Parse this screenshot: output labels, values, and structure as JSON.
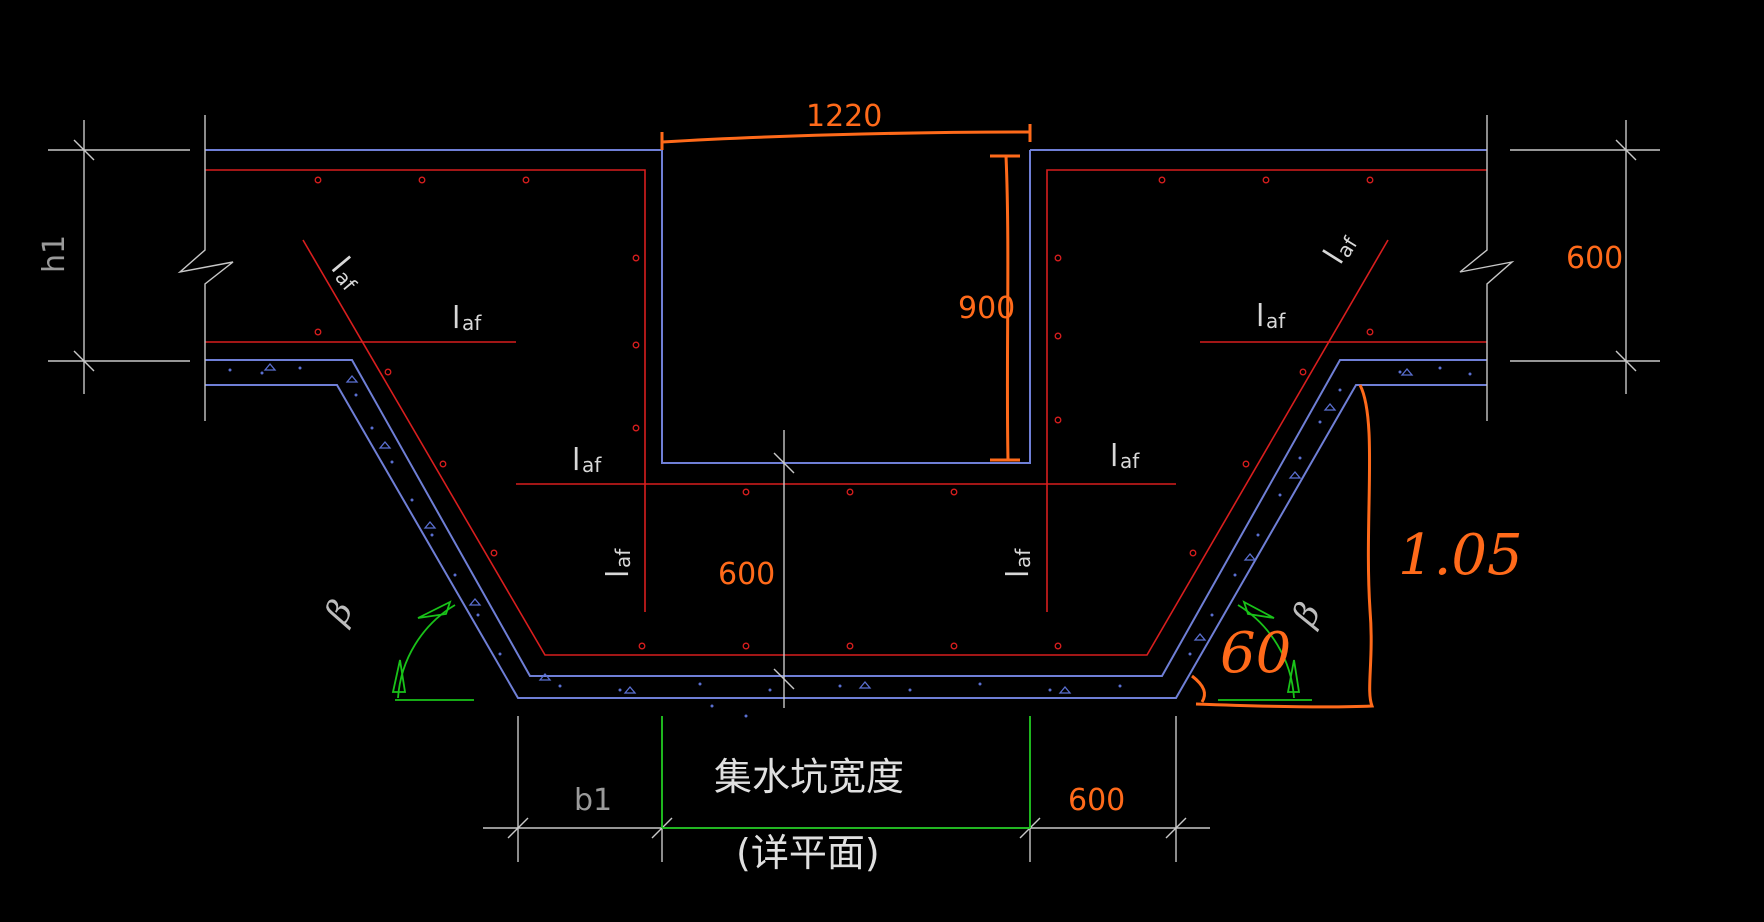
{
  "colors": {
    "background": "#000000",
    "outline_blue": "#6f7fd6",
    "rebar_red": "#d81e1e",
    "dimension_white": "#c8c8c8",
    "annotation_orange": "#ff6a1a",
    "angle_green": "#19c219",
    "concrete_dots": "#5a6fd0"
  },
  "labels": {
    "h1": "h1",
    "b1": "b1",
    "laf_main": "l",
    "laf_sub": "af",
    "beta": "β",
    "pit_width_line1": "集水坑宽度",
    "pit_width_line2": "(详平面)"
  },
  "dimensions": {
    "top_width": "1220",
    "inner_depth": "900",
    "right_thickness": "600",
    "center_thickness": "600",
    "bottom_right_width": "600"
  },
  "handwritten": {
    "height_note": "1.05",
    "angle_note": "60"
  }
}
